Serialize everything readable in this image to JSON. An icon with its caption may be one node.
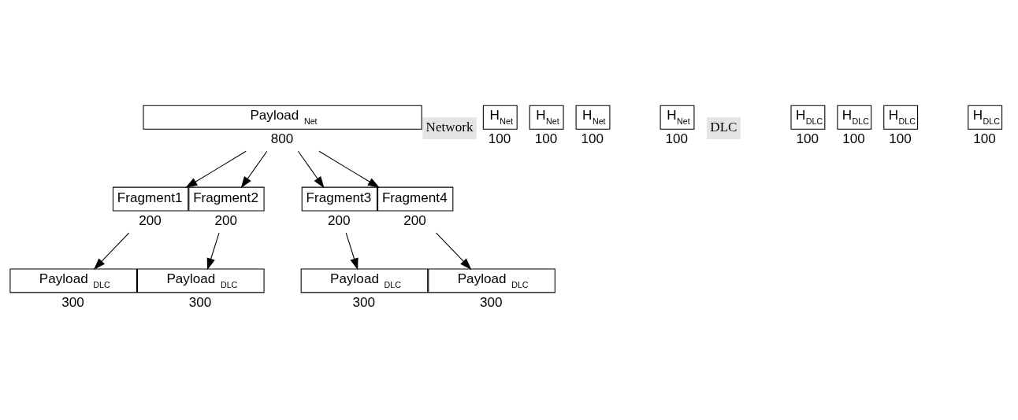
{
  "diagram": {
    "nodes": [
      {
        "text": [
          "Payload $_{Net}$"
        ],
        "beside": [
          "800"
        ]
      },
      {
        "text": [
          "Network"
        ]
      },
      {
        "text": [
          "H$_{Net}$"
        ],
        "beside": [
          "100"
        ]
      },
      {
        "text": [
          "Fragment1"
        ],
        "beside": [
          "200"
        ]
      },
      {
        "text": [
          "H$_{Net}$"
        ],
        "beside": [
          "100"
        ]
      },
      {
        "text": [
          "Fragment2"
        ],
        "beside": [
          "200"
        ]
      },
      {
        "text": [
          "H$_{Net}$"
        ],
        "beside": [
          "100"
        ]
      },
      {
        "text": [
          "Fragment3"
        ],
        "beside": [
          "200"
        ]
      },
      {
        "text": [
          "H$_{Net}$"
        ],
        "beside": [
          "100"
        ]
      },
      {
        "text": [
          "Fragment4"
        ],
        "beside": [
          "200"
        ]
      },
      {
        "text": [
          "DLC"
        ]
      },
      {
        "text": [
          "H$_{DLC}$"
        ],
        "beside": [
          "100"
        ]
      },
      {
        "text": [
          "Payload $_{DLC}$"
        ],
        "beside": [
          "300"
        ]
      },
      {
        "text": [
          "H$_{DLC}$"
        ],
        "beside": [
          "100"
        ]
      },
      {
        "text": [
          "Payload $_{DLC}$"
        ],
        "beside": [
          "300"
        ]
      },
      {
        "text": [
          "H$_{DLC}$"
        ],
        "beside": [
          "100"
        ]
      },
      {
        "text": [
          "Payload $_{DLC}$"
        ],
        "beside": [
          "300"
        ]
      },
      {
        "text": [
          "H$_{DLC}$"
        ],
        "beside": [
          "100"
        ]
      },
      {
        "text": [
          "Payload $_{DLC}$"
        ],
        "beside": [
          "300"
        ]
      }
    ],
    "edges": [
      {
        "from": 0,
        "to": 3,
        "arrow": "to"
      },
      {
        "from": 0,
        "to": 5,
        "arrow": "to"
      },
      {
        "from": 0,
        "to": 7,
        "arrow": "to"
      },
      {
        "from": 0,
        "to": 9,
        "arrow": "to"
      },
      {
        "from": 3,
        "to": 12,
        "arrow": "to"
      },
      {
        "from": 5,
        "to": 14,
        "arrow": "to"
      },
      {
        "from": 7,
        "to": 16,
        "arrow": "to"
      },
      {
        "from": 9,
        "to": 18,
        "arrow": "to"
      }
    ]
  }
}
